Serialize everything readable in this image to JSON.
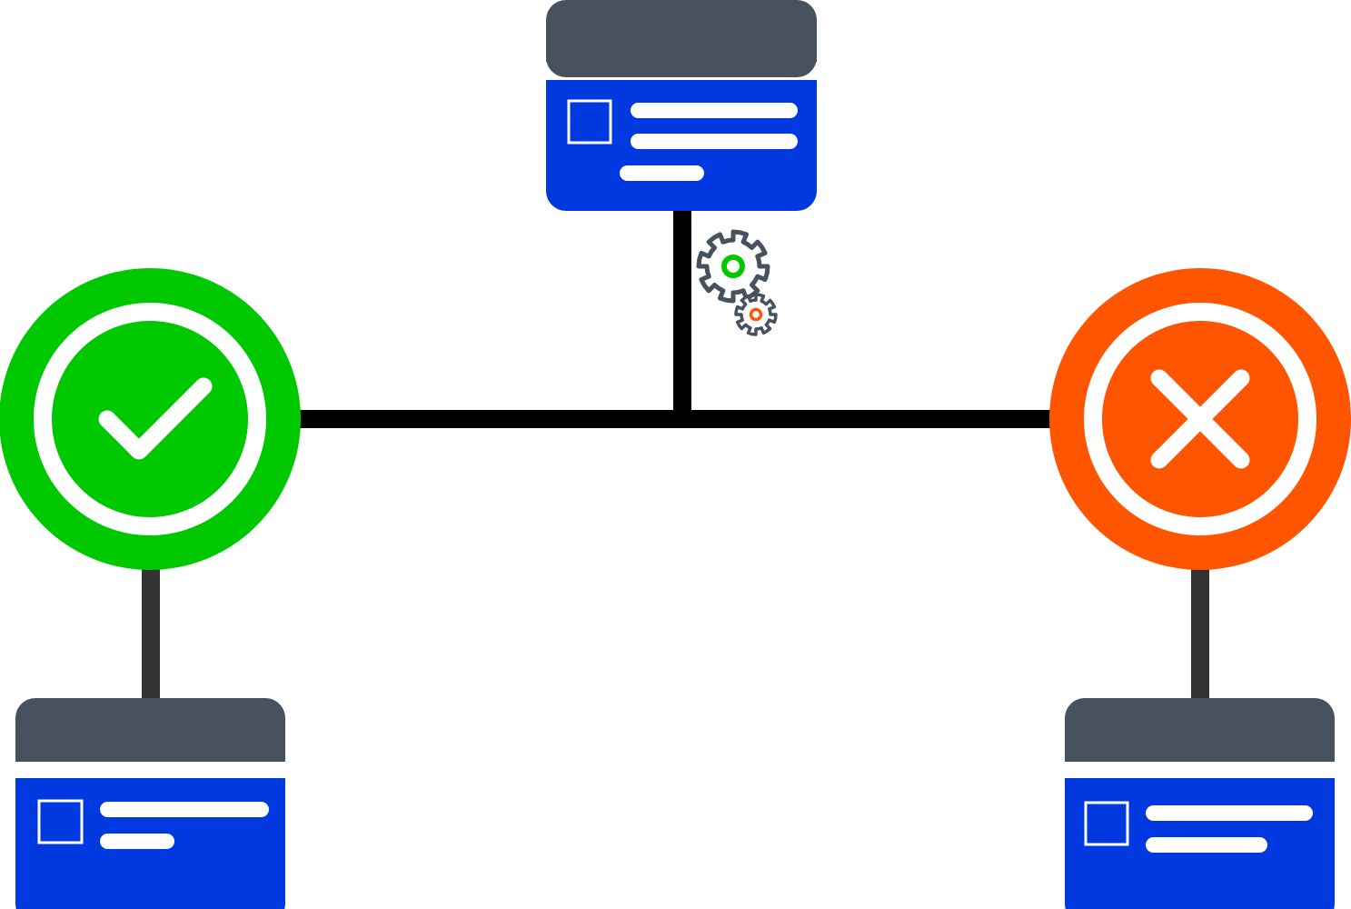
{
  "colors": {
    "background": "#ffffff",
    "connector": "#000000",
    "connector_dark": "#333333",
    "card_header": "#47525e",
    "card_body": "#0039e0",
    "card_text": "#ffffff",
    "success": "#00c800",
    "failure": "#ff5500",
    "gear": "#47525e"
  },
  "nodes": {
    "source_card": {
      "icon": "document-card-icon",
      "text_lines": 3
    },
    "processing": {
      "icon": "gears-icon"
    },
    "success": {
      "icon": "checkmark-icon"
    },
    "failure": {
      "icon": "x-mark-icon"
    },
    "success_card": {
      "icon": "document-card-icon",
      "text_lines": 2
    },
    "failure_card": {
      "icon": "document-card-icon",
      "text_lines": 2
    }
  }
}
